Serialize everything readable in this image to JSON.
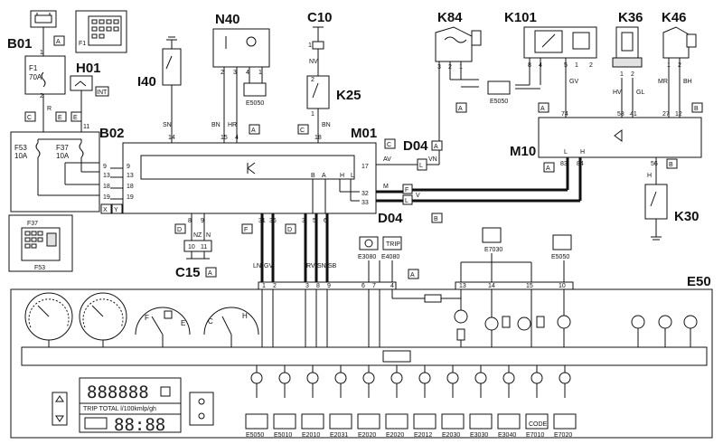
{
  "components": {
    "B01": "B01",
    "H01": "H01",
    "B02": "B02",
    "I40": "I40",
    "N40": "N40",
    "C10": "C10",
    "K25": "K25",
    "K84": "K84",
    "K101": "K101",
    "K36": "K36",
    "K46": "K46",
    "M01": "M01",
    "D04a": "D04",
    "D04b": "D04",
    "M10": "M10",
    "K30": "K30",
    "C15": "C15",
    "E50": "E50"
  },
  "fuses": {
    "f1": "F1",
    "f1_rating": "70A",
    "f53": "F53",
    "f53_rating": "10A",
    "f37": "F37",
    "f37_rating": "10A",
    "f37_loc": "F37",
    "f53_loc": "F53"
  },
  "connector_letters": {
    "b01_top": "A",
    "b01_c": "C",
    "b01_e": "E",
    "h01_e": "E",
    "h01_int": "INT",
    "b02_x": "X",
    "b02_y": "Y",
    "n40_a": "A",
    "c10_c": "C",
    "m01_c": "C",
    "d04a": "A",
    "d04b": "B",
    "k84_a": "A",
    "m10_a": "A",
    "m10_b": "B",
    "k30_b": "B",
    "c15_d": "D",
    "c15_a": "A",
    "m01_f": "F",
    "m01_d": "D",
    "e50_a": "A"
  },
  "pins": {
    "b01_1": "1",
    "b01_2": "2",
    "h01_11": "11",
    "b02_9": "9",
    "b02_13": "13",
    "b02_18": "18",
    "b02_19": "19",
    "m01_9": "9",
    "m01_13": "13",
    "m01_18": "18",
    "m01_19": "19",
    "m01_14": "14",
    "m01_15": "15",
    "m01_4": "4",
    "m01_18b": "18",
    "m01_17": "17",
    "m01_32": "32",
    "m01_33": "33",
    "m01_b": "B",
    "m01_a": "A",
    "m01_h": "H",
    "m01_l": "L",
    "m01_8": "8",
    "m01_9b": "9",
    "m01_31": "31",
    "m01_36": "36",
    "m01_3": "3",
    "m01_5": "5",
    "m01_6": "6",
    "c15_10": "10",
    "c15_11": "11",
    "n40_2": "2",
    "n40_3": "3",
    "n40_4": "4",
    "n40_1": "1",
    "c10_1": "1",
    "k25_2": "2",
    "k25_1": "1",
    "k84_3": "3",
    "k84_2": "2",
    "k84_1": "1",
    "k101_8": "8",
    "k101_4": "4",
    "k101_5": "5",
    "k101_1": "1",
    "k101_2": "2",
    "k36_1": "1",
    "k36_2": "2",
    "k46_1": "1",
    "k46_2": "2",
    "m10_74": "74",
    "m10_58": "58",
    "m10_41": "41",
    "m10_27": "27",
    "m10_12": "12",
    "m10_83": "83",
    "m10_84": "84",
    "m10_56": "56",
    "m10_l": "L",
    "m10_h": "H",
    "e50_1": "1",
    "e50_2": "2",
    "e50_3": "3",
    "e50_8": "8",
    "e50_9": "9",
    "e50_6": "6",
    "e50_7": "7",
    "e50_4": "4",
    "e50_13": "13",
    "e50_14": "14",
    "e50_15": "15",
    "e50_10": "10"
  },
  "wires": {
    "r": "R",
    "sn": "SN",
    "bn1": "BN",
    "hr": "HR",
    "nv": "NV",
    "bn2": "BN",
    "av": "AV",
    "vn": "VN",
    "m": "M",
    "v": "V",
    "gv": "GV",
    "hv": "HV",
    "gl": "GL",
    "mr": "MR",
    "bh": "BH",
    "h": "H",
    "nz": "NZ",
    "n": "N",
    "ln": "LN",
    "gv2": "GV",
    "rv": "RV",
    "sn2": "SN",
    "sb": "SB",
    "d04_l": "L",
    "d04_f": "F",
    "d04_l2": "L",
    "d04_v": "V"
  },
  "ref_labels": {
    "e5050_n40": "E5050",
    "e5050_k84": "E5050",
    "e3080": "E3080",
    "e4080": "E4080",
    "e7030": "E7030",
    "e5050_e50": "E5050",
    "trip": "TRIP"
  },
  "gauge_labels": {
    "f": "F",
    "e": "E",
    "c": "C",
    "h": "H"
  },
  "lcd": {
    "odo": "888888",
    "trip_text": "TRIP TOTAL   l/100kmlp/gh",
    "clock": "88:88"
  },
  "bottom_warnings": [
    "E5050",
    "E5010",
    "E2010",
    "E2031",
    "E2020",
    "E2020",
    "E2012",
    "E2030",
    "E3030",
    "E3040",
    "E7010",
    "E7020"
  ],
  "bottom_warning_code": "CODE"
}
